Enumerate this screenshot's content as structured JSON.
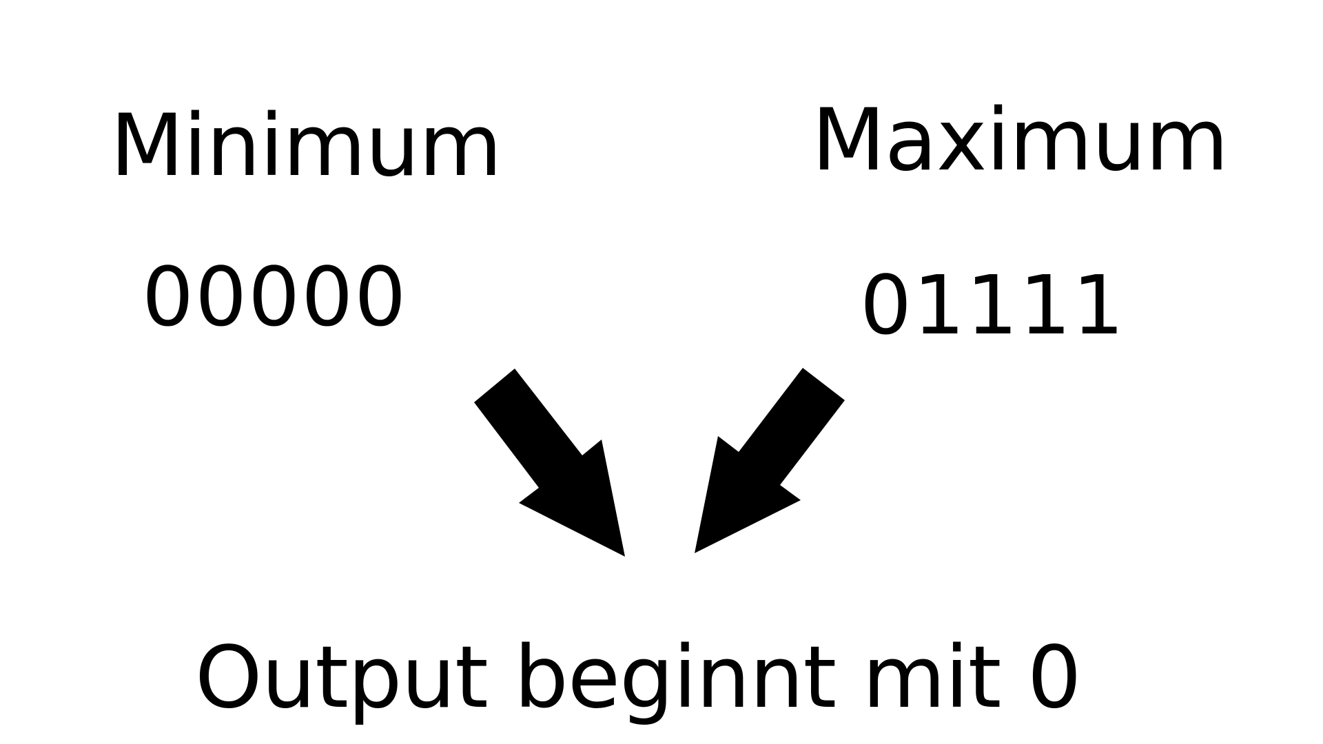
{
  "minimum": {
    "label": "Minimum",
    "value": "00000"
  },
  "maximum": {
    "label": "Maximum",
    "value": "01111"
  },
  "output": {
    "text": "Output beginnt mit 0"
  },
  "colors": {
    "background": "#ffffff",
    "foreground": "#000000"
  }
}
